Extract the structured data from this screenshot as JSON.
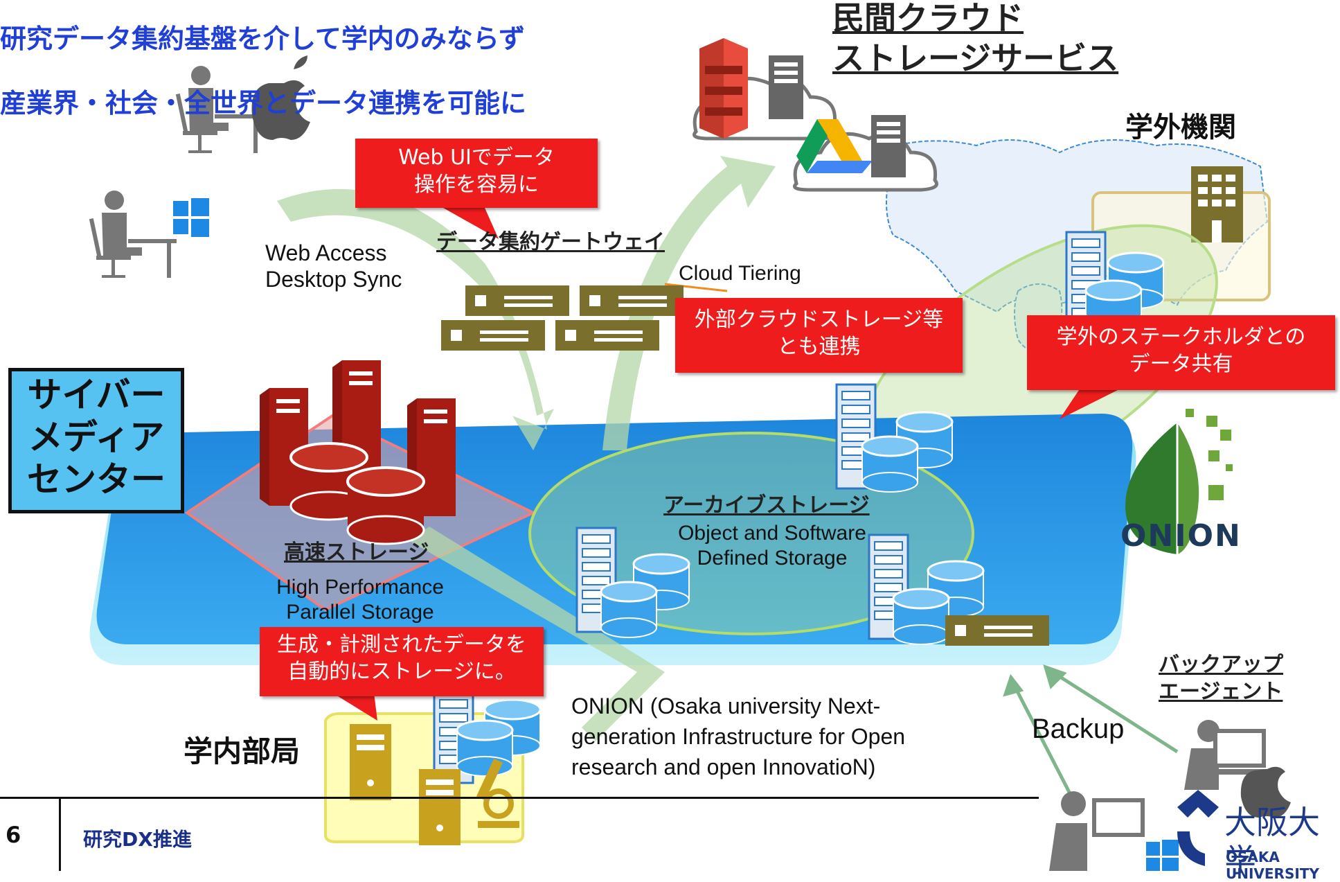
{
  "headline": {
    "line1": "研究データ集約基盤を介して学内のみならず",
    "line2": "産業界・社会・全世界とデータ連携を可能に"
  },
  "cloud_services_title": "民間クラウド\nストレージサービス",
  "external_org_title": "学外機関",
  "callouts": {
    "web_ui": "Web UIでデータ\n操作を容易に",
    "external_cloud": "外部クラウドストレージ等\nとも連携",
    "stakeholder": "学外のステークホルダとの\nデータ共有",
    "auto_storage": "生成・計測されたデータを\n自動的にストレージに。"
  },
  "web_access": "Web Access\nDesktop Sync",
  "gateway_title": "データ集約ゲートウェイ",
  "cloud_tiering": "Cloud Tiering",
  "cmc_label": "サイバー\nメディア\nセンター",
  "hpc_storage": {
    "title": "高速ストレージ",
    "subtitle": "High Performance\nParallel Storage"
  },
  "archive_storage": {
    "title": "アーカイブストレージ",
    "subtitle": "Object and Software\nDefined Storage"
  },
  "onion_logo_text": "ONION",
  "onion_description": "ONION (Osaka university Next-\ngeneration Infrastructure for Open\nresearch and open InnovatioN)",
  "backup_agent_title": "バックアップ\nエージェント",
  "backup_label": "Backup",
  "department_label": "学内部局",
  "footer": {
    "page_number": "6",
    "section": "研究DX推進"
  },
  "university_logo": {
    "name_jp": "大阪大学",
    "name_en": "OSAKA UNIVERSITY"
  },
  "colors": {
    "headline": "#1f3fd6",
    "callout": "#ee1c1c",
    "platform": "#2f9ae8",
    "server_red": "#a81c14",
    "disk_blue": "#3aa2ea",
    "gateway_olive": "#7a6f2c",
    "arrow_green": "#b9d9b0",
    "cmc_box": "#55c2f2",
    "footer_text": "#1a2f8a"
  },
  "icons": [
    "desktop-user-apple-icon",
    "desktop-user-windows-icon",
    "amazon-s3-icon",
    "google-drive-icon",
    "building-icon",
    "microscope-icon",
    "laptop-user-icon",
    "osaka-university-logo"
  ]
}
